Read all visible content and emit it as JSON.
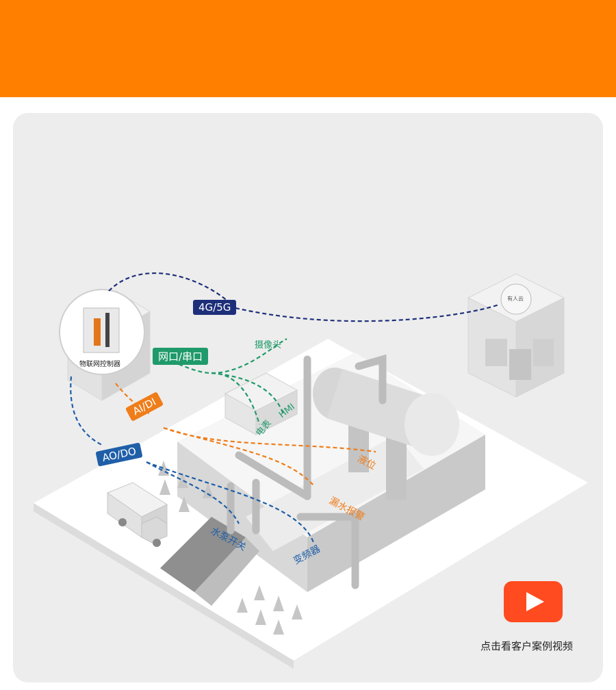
{
  "banner": {
    "color": "#ff8000"
  },
  "controller": {
    "label": "物联网控制器"
  },
  "cloud": {
    "logo_text": "有人云"
  },
  "connections": {
    "cellular": {
      "label": "4G/5G",
      "color": "#1e2f7a"
    },
    "serial": {
      "label": "网口/串口",
      "color": "#1f9a6a"
    },
    "analog_in": {
      "label": "AI/DI",
      "color": "#ef7d1a"
    },
    "analog_out": {
      "label": "AO/DO",
      "color": "#1f5fa8"
    }
  },
  "devices": {
    "camera": "摄像头",
    "hmi": "HMI",
    "meter": "电表",
    "level": "液位",
    "leak": "漏水报警",
    "pump_switch": "水泵开关",
    "inverter": "变频器"
  },
  "video": {
    "caption": "点击看客户案例视频",
    "icon": "play-icon"
  }
}
